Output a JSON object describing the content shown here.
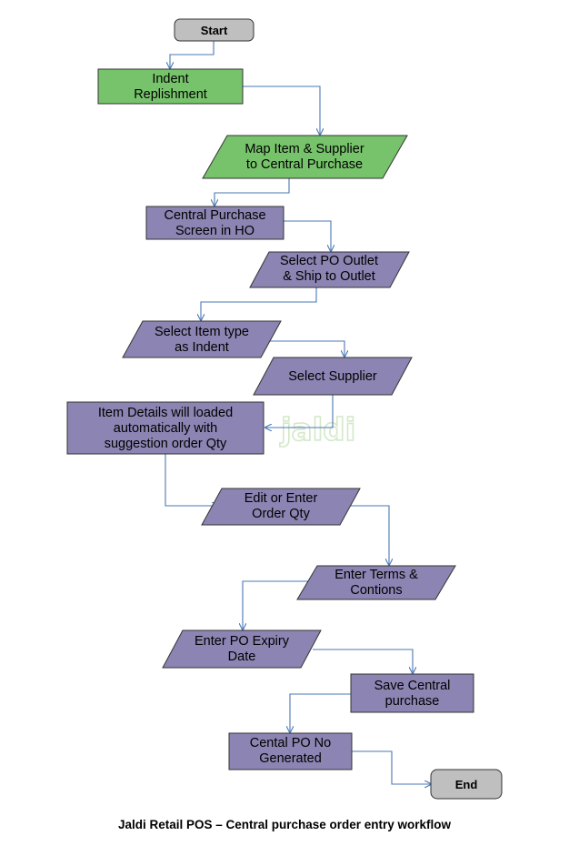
{
  "colors": {
    "terminal": "#bfbfbf",
    "green_box": "#77c36b",
    "purple_box": "#8c84b2",
    "connector": "#4a78b5",
    "watermark": "#d4e8c9"
  },
  "watermark": {
    "text": "jaldi"
  },
  "nodes": {
    "start": {
      "lines": [
        "Start"
      ]
    },
    "indent": {
      "lines": [
        "Indent",
        "Replishment"
      ]
    },
    "map_item": {
      "lines": [
        "Map Item & Supplier",
        "to Central Purchase"
      ]
    },
    "central_screen": {
      "lines": [
        "Central Purchase",
        "Screen in HO"
      ]
    },
    "select_po": {
      "lines": [
        "Select PO Outlet",
        "& Ship to Outlet"
      ]
    },
    "select_item_type": {
      "lines": [
        "Select Item type",
        "as Indent"
      ]
    },
    "select_supplier": {
      "lines": [
        "Select Supplier"
      ]
    },
    "item_details": {
      "lines": [
        "Item Details will loaded",
        "automatically with",
        "suggestion order Qty"
      ]
    },
    "edit_qty": {
      "lines": [
        "Edit or Enter",
        "Order Qty"
      ]
    },
    "enter_terms": {
      "lines": [
        "Enter Terms &",
        "Contions"
      ]
    },
    "enter_expiry": {
      "lines": [
        "Enter PO Expiry",
        "Date"
      ]
    },
    "save_central": {
      "lines": [
        "Save Central",
        "purchase"
      ]
    },
    "po_generated": {
      "lines": [
        "Cental PO No",
        "Generated"
      ]
    },
    "end": {
      "lines": [
        "End"
      ]
    }
  },
  "caption": "Jaldi Retail POS – Central purchase order entry workflow"
}
